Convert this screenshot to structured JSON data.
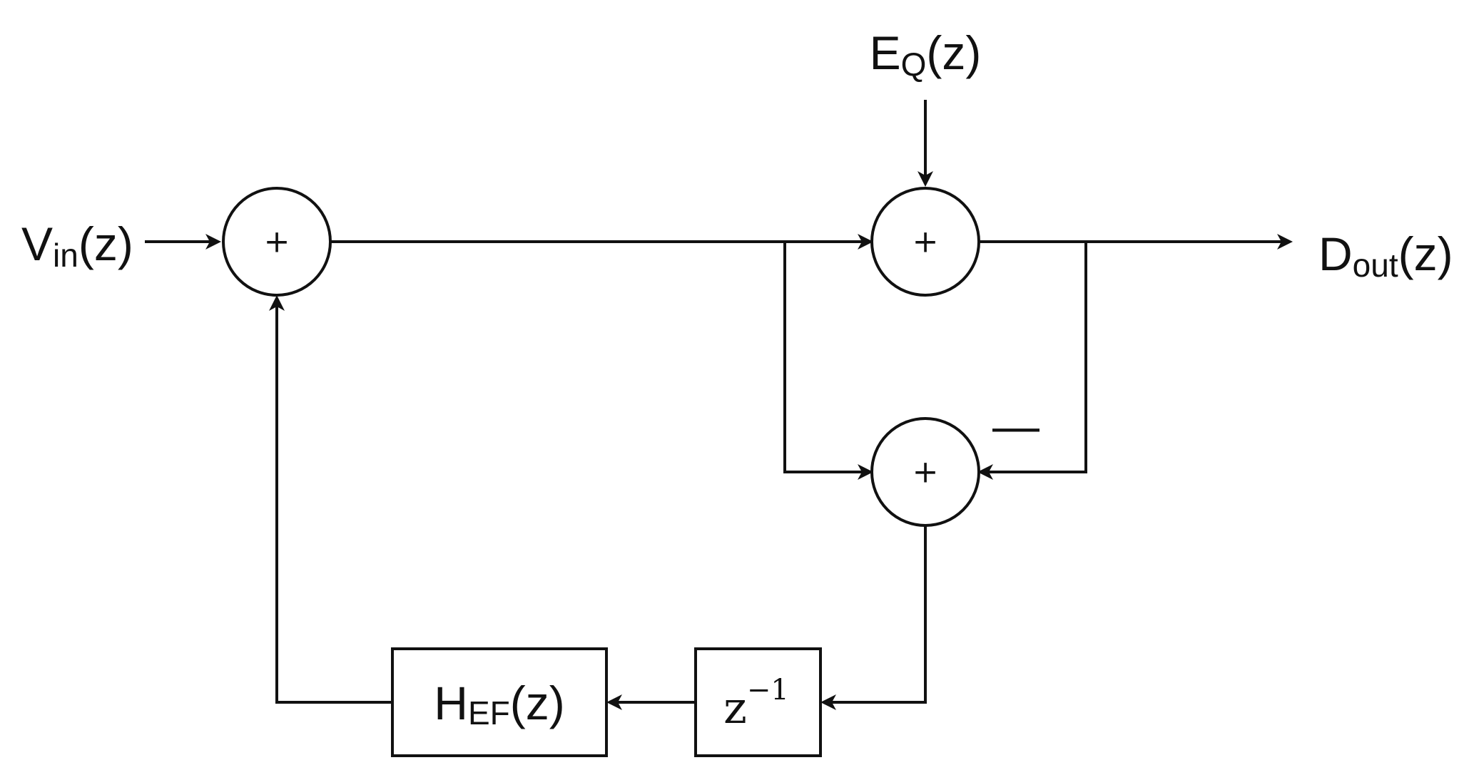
{
  "labels": {
    "input": {
      "main": "V",
      "sub": "in",
      "arg": "(z)"
    },
    "noise": {
      "main": "E",
      "sub": "Q",
      "arg": "(z)"
    },
    "output": {
      "main": "D",
      "sub": "out",
      "arg": "(z)"
    },
    "filter": {
      "main": "H",
      "sub": "EF",
      "arg": "(z)"
    },
    "delay": {
      "main": "z",
      "sup": "−1"
    }
  },
  "nodes": {
    "sum_input": "+",
    "sum_quantizer": "+",
    "sum_error": "+"
  },
  "signs": {
    "minus": "—"
  },
  "colors": {
    "line": "#111111",
    "background": "#ffffff"
  }
}
